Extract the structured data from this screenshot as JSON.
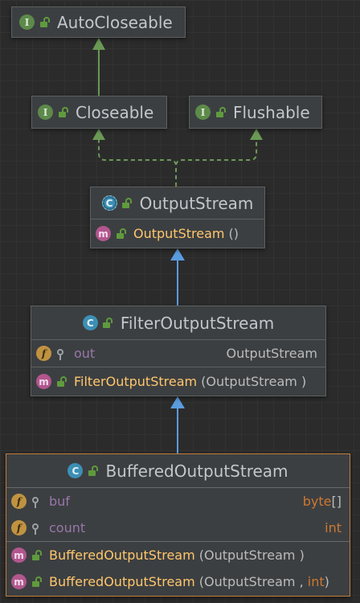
{
  "nodes": {
    "auto_closeable": {
      "kind": "I",
      "name": "AutoCloseable"
    },
    "closeable": {
      "kind": "I",
      "name": "Closeable"
    },
    "flushable": {
      "kind": "I",
      "name": "Flushable"
    },
    "output_stream": {
      "kind": "C",
      "name": "OutputStream",
      "methods": [
        {
          "kind": "m",
          "name": "OutputStream",
          "args": " ()"
        }
      ]
    },
    "filter_output_stream": {
      "kind": "C",
      "name": "FilterOutputStream",
      "fields": [
        {
          "kind": "f",
          "name": "out",
          "type": "OutputStream"
        }
      ],
      "methods": [
        {
          "kind": "m",
          "name": "FilterOutputStream",
          "args": " (OutputStream )"
        }
      ]
    },
    "buffered_output_stream": {
      "kind": "C",
      "name": "BufferedOutputStream",
      "fields": [
        {
          "kind": "f",
          "name": "buf",
          "type": "byte",
          "suffix": "[]"
        },
        {
          "kind": "f",
          "name": "count",
          "type": "int"
        }
      ],
      "methods": [
        {
          "kind": "m",
          "name": "BufferedOutputStream",
          "args": " (OutputStream )"
        },
        {
          "kind": "m",
          "name": "BufferedOutputStream",
          "args_pre": " (OutputStream , ",
          "args_kw": "int",
          "args_post": ")"
        }
      ]
    }
  },
  "colors": {
    "implements_edge": "#6a9955",
    "extends_edge": "#5a9bdd",
    "selection_border": "#c27d3a"
  }
}
